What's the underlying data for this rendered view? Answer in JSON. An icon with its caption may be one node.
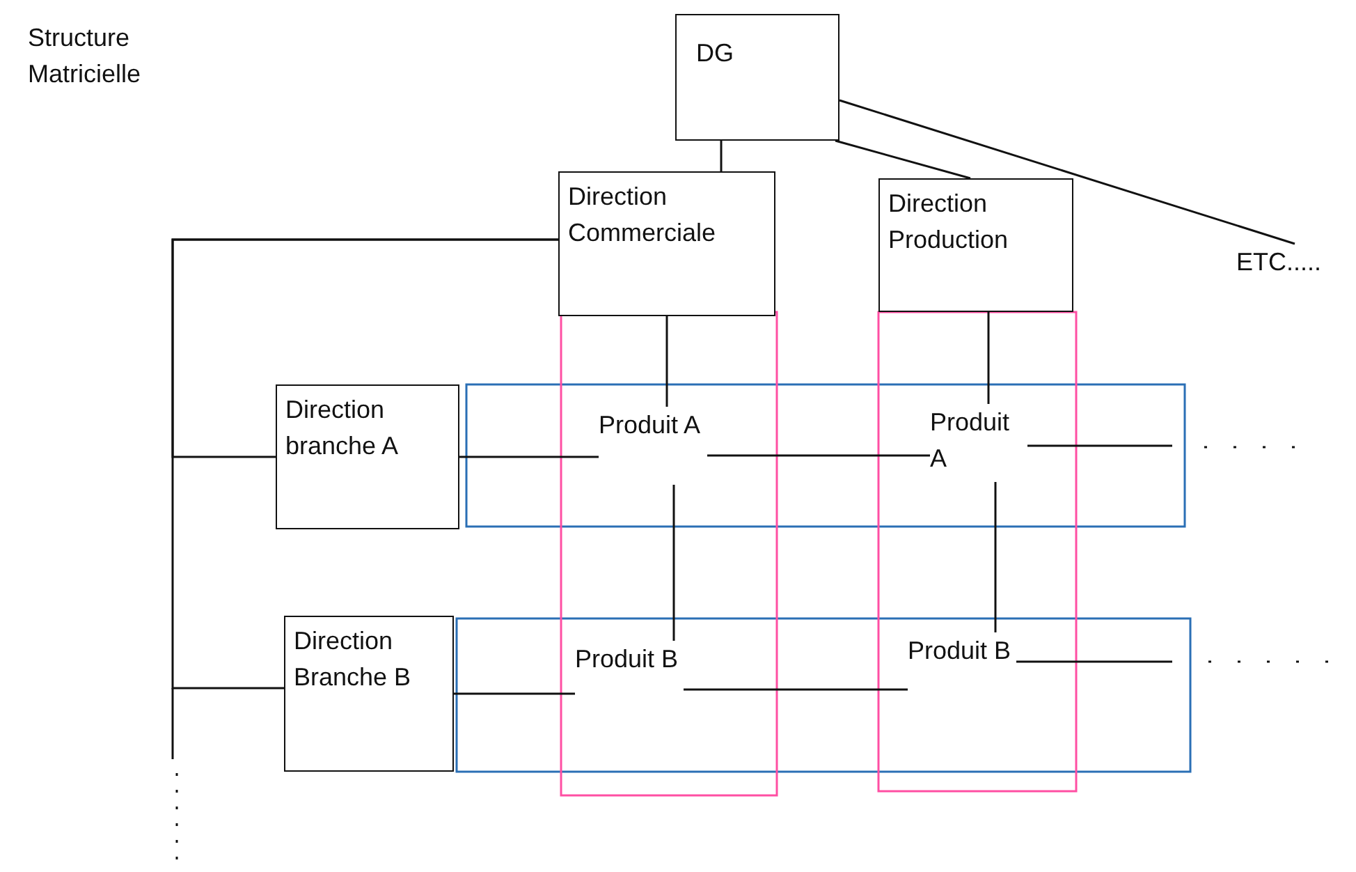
{
  "diagram": {
    "title": "Structure Matricielle",
    "nodes": [
      {
        "text": [
          "DG"
        ]
      },
      {
        "text": [
          "Direction Commerciale"
        ]
      },
      {
        "text": [
          "Direction Production"
        ]
      },
      {
        "text": [
          "ETC....."
        ]
      },
      {
        "text": [
          "Direction branche A"
        ]
      },
      {
        "text": [
          "Direction Branche B"
        ]
      },
      {
        "text": [
          "Produit A"
        ]
      },
      {
        "text": [
          "Produit A"
        ]
      },
      {
        "text": [
          "Produit B"
        ]
      },
      {
        "text": [
          "Produit B"
        ]
      }
    ],
    "edges": [
      {
        "from": 0,
        "to": 1,
        "arrow": "none"
      },
      {
        "from": 0,
        "to": 2,
        "arrow": "none"
      },
      {
        "from": 0,
        "to": 3,
        "arrow": "none"
      },
      {
        "from": 1,
        "to": 6,
        "arrow": "none"
      },
      {
        "from": 2,
        "to": 7,
        "arrow": "none"
      },
      {
        "from": 1,
        "to": 4,
        "arrow": "none"
      },
      {
        "from": 1,
        "to": 5,
        "arrow": "none"
      },
      {
        "from": 4,
        "to": 6,
        "arrow": "none"
      },
      {
        "from": 6,
        "to": 7,
        "arrow": "none"
      },
      {
        "from": 7,
        "to": null,
        "arrow": "none"
      },
      {
        "from": 6,
        "to": 8,
        "arrow": "none"
      },
      {
        "from": 7,
        "to": 9,
        "arrow": "none"
      },
      {
        "from": 5,
        "to": 8,
        "arrow": "none"
      },
      {
        "from": 8,
        "to": 9,
        "arrow": "none"
      },
      {
        "from": 9,
        "to": null,
        "arrow": "none"
      }
    ]
  }
}
